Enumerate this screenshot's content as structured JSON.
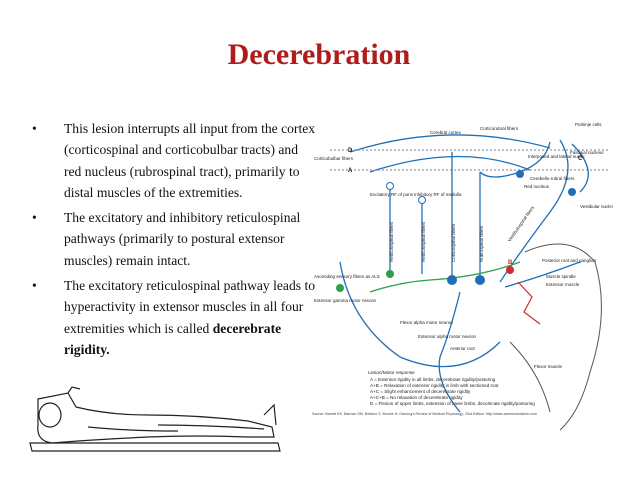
{
  "slide": {
    "title": "Decerebration",
    "bullets": [
      {
        "text": "This lesion interrupts all input from the cortex (corticospinal and corticobulbar tracts) and red nucleus (rubrospinal tract), primarily to distal muscles of the extremities."
      },
      {
        "text": "The excitatory and inhibitory reticulospinal pathways (primarily to postural extensor muscles) remain intact."
      },
      {
        "text_before": "The excitatory reticulospinal pathway leads to hyperactivity in extensor muscles in all four extremities which is called ",
        "text_bold": "decerebrate rigidity."
      }
    ],
    "bullet_symbol": "•"
  },
  "figure": {
    "labels": {
      "cerebral_cortex": "Cerebral cortex",
      "corticorubral": "Corticorubral fibers",
      "purkinje": "Purkinje cells",
      "corticobulbar": "Corticobulbar fibers",
      "interposed": "Interposed and lateral nuclei",
      "fastigial": "Fastigial nucleus",
      "cerebello": "Cerebello-rubral fibers",
      "red_nucleus": "Red nucleus",
      "vestibular": "Vestibular nuclei",
      "excitatory_rf": "Excitatory RF of pons",
      "inhibitory_rf": "Inhibitory RF of medulla",
      "ascending": "Ascending sensory fibers as ALS",
      "ext_gamma": "Extensor gamma motor neuron",
      "flexor_alpha": "Flexor alpha motor neuron",
      "extensor_alpha": "Extensor alpha motor neuron",
      "anterior_root": "Anterior root",
      "posterior_root": "Posterior root and ganglion",
      "muscle_spindle": "Muscle spindle",
      "extensor_muscle": "Extensor muscle",
      "flexor_muscle": "Flexor muscle",
      "reticulospinal1": "Reticulospinal fibers",
      "reticulospinal2": "Reticulospinal fibers",
      "corticospinal": "Corticospinal fibers",
      "rubrospinal": "Rubrospinal fibers",
      "vestibulospinal": "Vestibulospinal fibers",
      "level_d": "D",
      "level_c": "C",
      "level_b": "B",
      "level_a": "A"
    },
    "legend_title": "Lesion/Motor response",
    "legend": [
      "A = Extensor rigidity in all limbs, decerebrate rigidity/posturing",
      "A+B = Relaxation of extensor rigidity in limb with sectioned root",
      "A+C = Slight enhancement of decerebrate rigidity",
      "A+C+B = No relaxation of decerebrate rigidity",
      "D = Flexion of upper limbs, extension of lower limbs, decorticate rigidity/posturing"
    ],
    "source": "Source: Barrett KE, Barman SM, Boitano S, Brooks H: Ganong's Review of Medical Physiology, 23rd Edition: http://www.accessmedicine.com",
    "colors": {
      "title": "#b01c1c",
      "pathway": "#1f6fb8",
      "green": "#2aa14a",
      "red": "#d22a2a",
      "dark": "#222222"
    }
  }
}
